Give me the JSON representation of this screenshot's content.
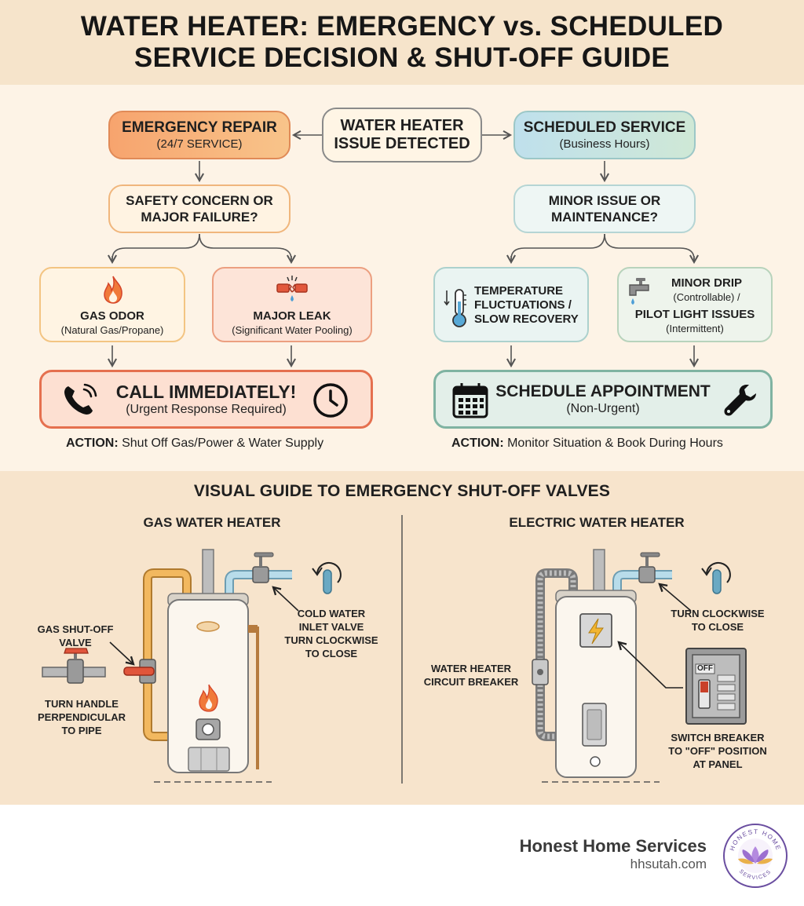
{
  "title": {
    "line1": "WATER HEATER: EMERGENCY vs. SCHEDULED",
    "line2": "SERVICE DECISION & SHUT-OFF GUIDE"
  },
  "flow": {
    "detect": {
      "line1": "WATER HEATER",
      "line2": "ISSUE DETECTED"
    },
    "emergency": {
      "label": "EMERGENCY REPAIR",
      "sub": "(24/7 SERVICE)"
    },
    "scheduled": {
      "label": "SCHEDULED SERVICE",
      "sub": "(Business Hours)"
    },
    "safety": {
      "line1": "SAFETY CONCERN OR",
      "line2": "MAJOR FAILURE?"
    },
    "minor": {
      "line1": "MINOR ISSUE OR",
      "line2": "MAINTENANCE?"
    },
    "gas_odor": {
      "label": "GAS ODOR",
      "sub": "(Natural Gas/Propane)"
    },
    "major_leak": {
      "label": "MAJOR LEAK",
      "sub": "(Significant Water Pooling)"
    },
    "temperature": {
      "line1": "TEMPERATURE",
      "line2": "FLUCTUATIONS /",
      "line3": "SLOW RECOVERY"
    },
    "minor_drip": {
      "label": "MINOR DRIP",
      "sub1": "(Controllable) /",
      "label2": "PILOT LIGHT ISSUES",
      "sub2": "(Intermittent)"
    },
    "call": {
      "label": "CALL IMMEDIATELY!",
      "sub": "(Urgent Response Required)"
    },
    "appointment": {
      "label": "SCHEDULE APPOINTMENT",
      "sub": "(Non-Urgent)"
    },
    "action_left": {
      "key": "ACTION:",
      "text": " Shut Off Gas/Power & Water Supply"
    },
    "action_right": {
      "key": "ACTION:",
      "text": " Monitor Situation & Book During Hours"
    }
  },
  "guide": {
    "title": "VISUAL GUIDE TO EMERGENCY SHUT-OFF VALVES",
    "gas": {
      "heading": "GAS WATER HEATER",
      "gas_valve": {
        "line1": "GAS SHUT-OFF",
        "line2": "VALVE"
      },
      "handle": {
        "line1": "TURN HANDLE",
        "line2": "PERPENDICULAR",
        "line3": "TO PIPE"
      },
      "cold_inlet": {
        "line1": "COLD WATER",
        "line2": "INLET VALVE",
        "line3": "TURN CLOCKWISE",
        "line4": "TO CLOSE"
      }
    },
    "electric": {
      "heading": "ELECTRIC WATER HEATER",
      "turn": {
        "line1": "TURN CLOCKWISE",
        "line2": "TO CLOSE"
      },
      "breaker": {
        "line1": "WATER HEATER",
        "line2": "CIRCUIT BREAKER"
      },
      "panel_off": "OFF",
      "switch": {
        "line1": "SWITCH BREAKER",
        "line2": "TO \"OFF\" POSITION",
        "line3": "AT PANEL"
      }
    }
  },
  "brand": {
    "name": "Honest Home Services",
    "url": "hhsutah.com",
    "logo_top": "HONEST HOME",
    "logo_bottom": "SERVICES"
  },
  "colors": {
    "emergency_accent": "#e5704f",
    "scheduled_accent": "#7fb3a2",
    "gas_pipe": "#f0b25e",
    "water_pipe": "#a9d3e4",
    "valve_red": "#e0553b"
  }
}
